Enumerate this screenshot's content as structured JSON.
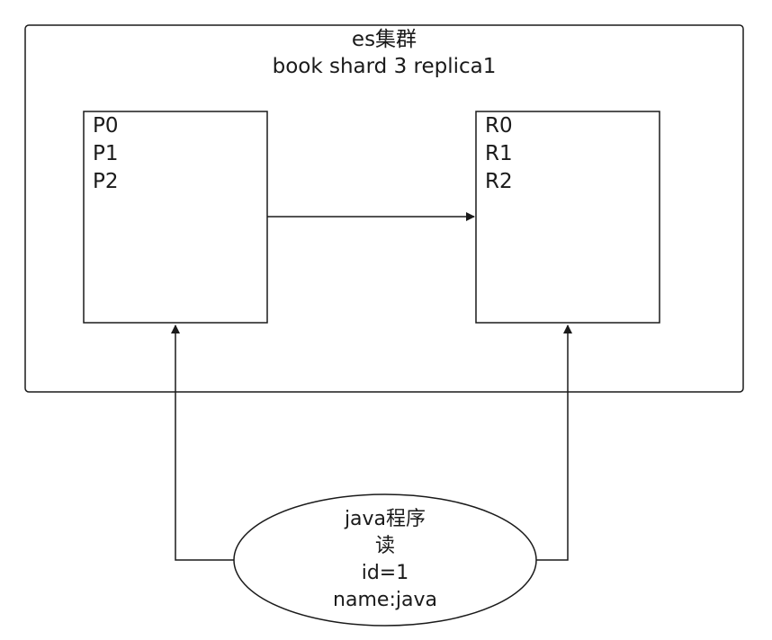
{
  "cluster": {
    "title_line1": "es集群",
    "title_line2": "book shard 3 replica1"
  },
  "primary_node": {
    "shards": [
      "P0",
      "P1",
      "P2"
    ]
  },
  "replica_node": {
    "shards": [
      "R0",
      "R1",
      "R2"
    ]
  },
  "client": {
    "lines": [
      "java程序",
      "读",
      "id=1",
      "name:java"
    ]
  }
}
